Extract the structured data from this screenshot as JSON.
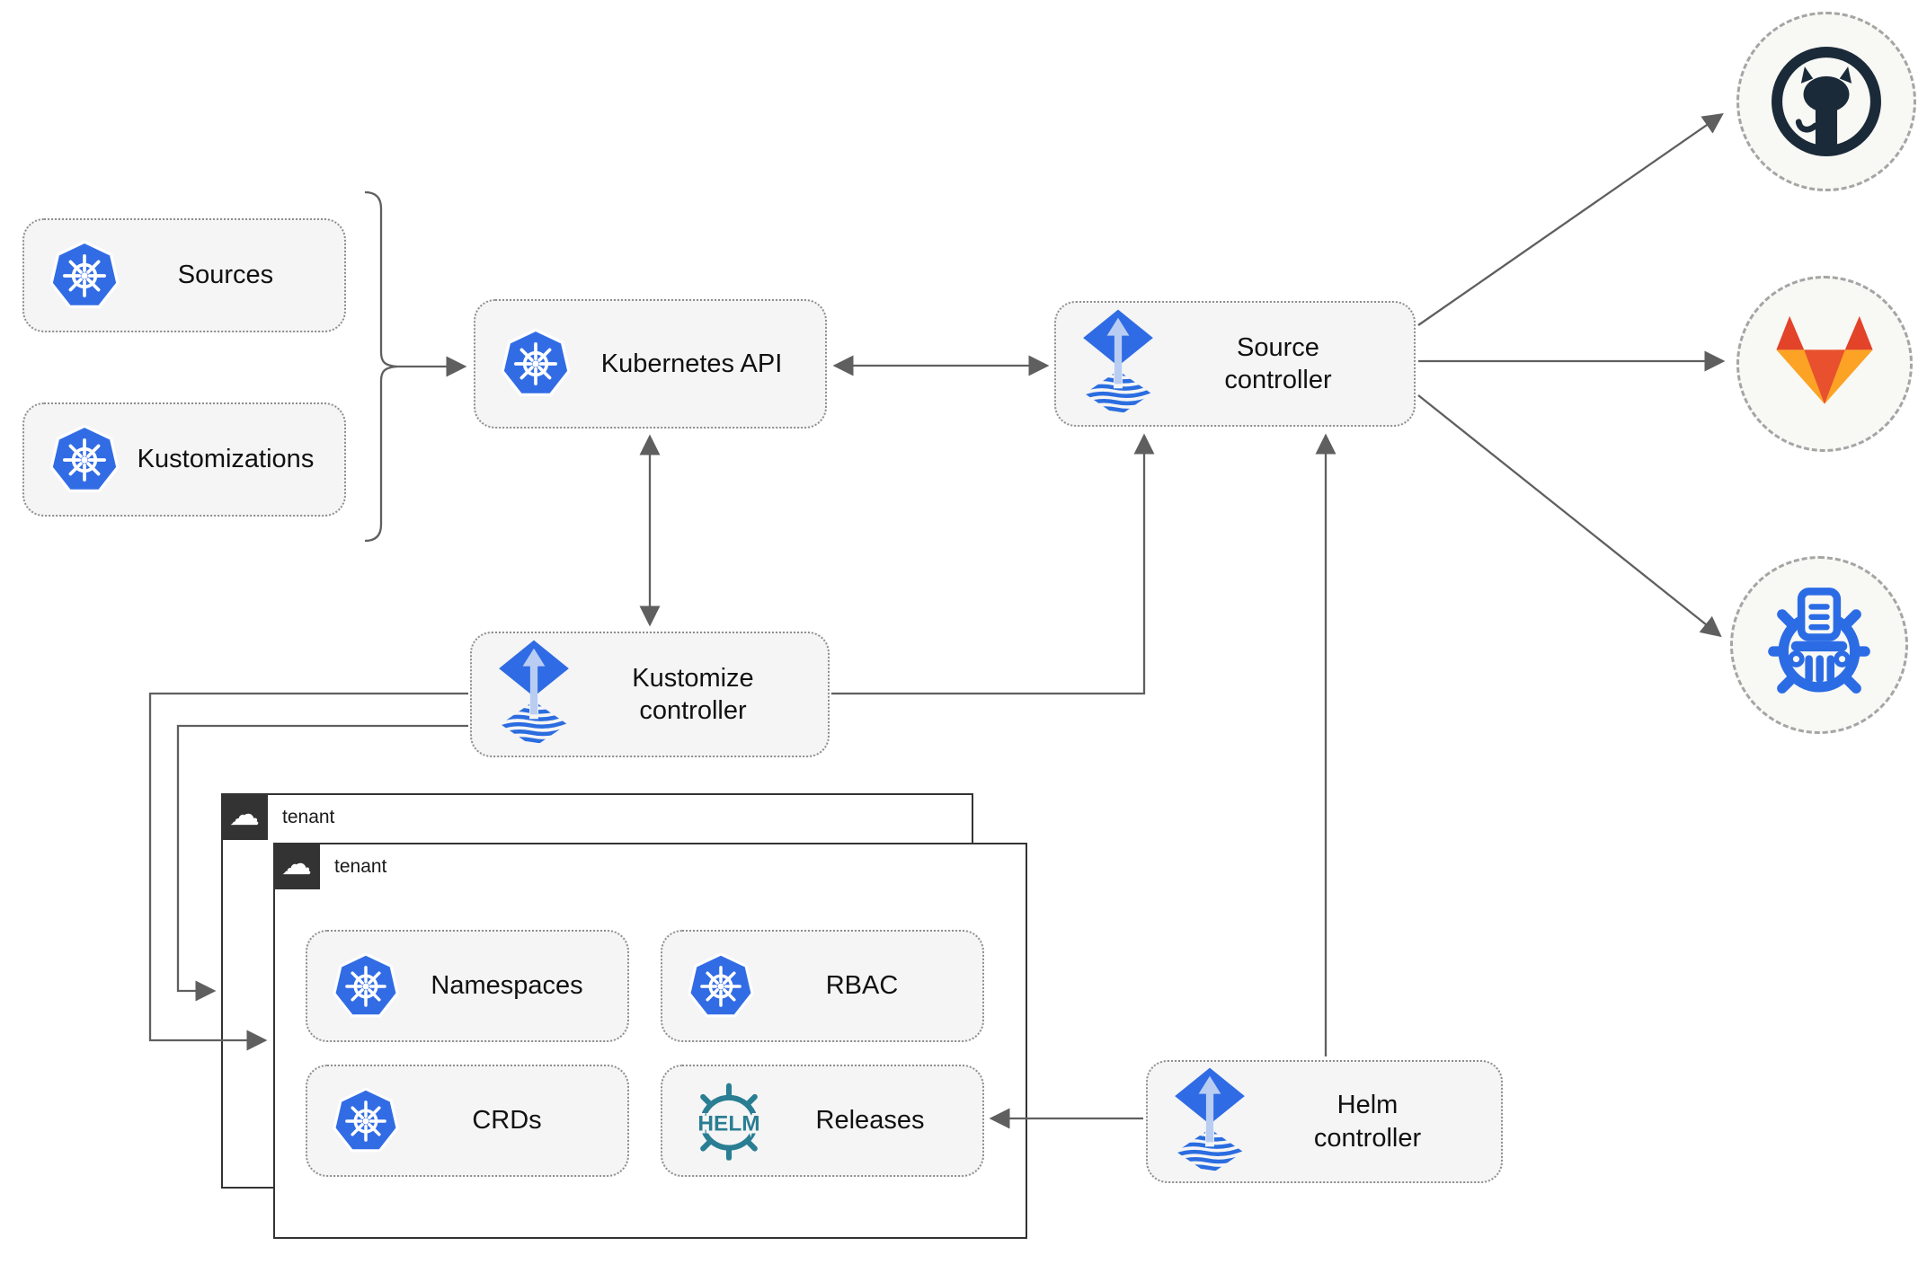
{
  "diagram": {
    "colors": {
      "background": "#ffffff",
      "node_fill": "#f5f5f5",
      "node_border": "#8e8e8e",
      "connector": "#5f5f5f",
      "tenant_border": "#333333",
      "tenant_tab": "#333333",
      "kubernetes_blue": "#326ce5",
      "flux_blue": "#2f6be4",
      "flux_arrow_light": "#b9cdf3",
      "helm_teal": "#2a7e93",
      "github_dark": "#1b2a38",
      "gitlab_red": "#e24329",
      "gitlab_orange": "#fc6d26",
      "gitlab_amber": "#fca326",
      "registry_blue": "#2b6ce5",
      "remote_fill": "#f8f8f5",
      "remote_border": "#a5a5a5"
    },
    "nodes": {
      "sources": {
        "label": "Sources",
        "icon": "kubernetes-icon"
      },
      "kustomizations": {
        "label": "Kustomizations",
        "icon": "kubernetes-icon"
      },
      "kubernetes_api": {
        "label": "Kubernetes API",
        "icon": "kubernetes-icon"
      },
      "source_controller": {
        "label": "Source controller",
        "icon": "flux-icon"
      },
      "kustomize_controller": {
        "label": "Kustomize controller",
        "icon": "flux-icon"
      },
      "helm_controller": {
        "label": "Helm controller",
        "icon": "flux-icon"
      },
      "namespaces": {
        "label": "Namespaces",
        "icon": "kubernetes-icon"
      },
      "rbac": {
        "label": "RBAC",
        "icon": "kubernetes-icon"
      },
      "crds": {
        "label": "CRDs",
        "icon": "kubernetes-icon"
      },
      "releases": {
        "label": "Releases",
        "icon": "helm-icon",
        "icon_text": "HELM"
      }
    },
    "tenants": [
      {
        "label": "tenant",
        "icon": "cloud-icon"
      },
      {
        "label": "tenant",
        "icon": "cloud-icon"
      }
    ],
    "remotes": [
      {
        "name": "github",
        "icon": "github-icon"
      },
      {
        "name": "gitlab",
        "icon": "gitlab-icon"
      },
      {
        "name": "manifest-registry",
        "icon": "ship-wheel-manifests-icon"
      }
    ],
    "edges": [
      {
        "from": "sources / kustomizations",
        "to": "kubernetes_api",
        "style": "arrow"
      },
      {
        "from": "kubernetes_api",
        "to": "source_controller",
        "style": "double-arrow"
      },
      {
        "from": "kubernetes_api",
        "to": "kustomize_controller",
        "style": "double-arrow"
      },
      {
        "from": "kustomize_controller",
        "to": "source_controller",
        "style": "arrow"
      },
      {
        "from": "kustomize_controller",
        "to": "tenant-back",
        "style": "arrow"
      },
      {
        "from": "kustomize_controller",
        "to": "tenant-front",
        "style": "arrow"
      },
      {
        "from": "helm_controller",
        "to": "source_controller",
        "style": "arrow"
      },
      {
        "from": "helm_controller",
        "to": "releases",
        "style": "arrow"
      },
      {
        "from": "source_controller",
        "to": "github",
        "style": "arrow"
      },
      {
        "from": "source_controller",
        "to": "gitlab",
        "style": "arrow"
      },
      {
        "from": "source_controller",
        "to": "manifest-registry",
        "style": "arrow"
      }
    ]
  }
}
